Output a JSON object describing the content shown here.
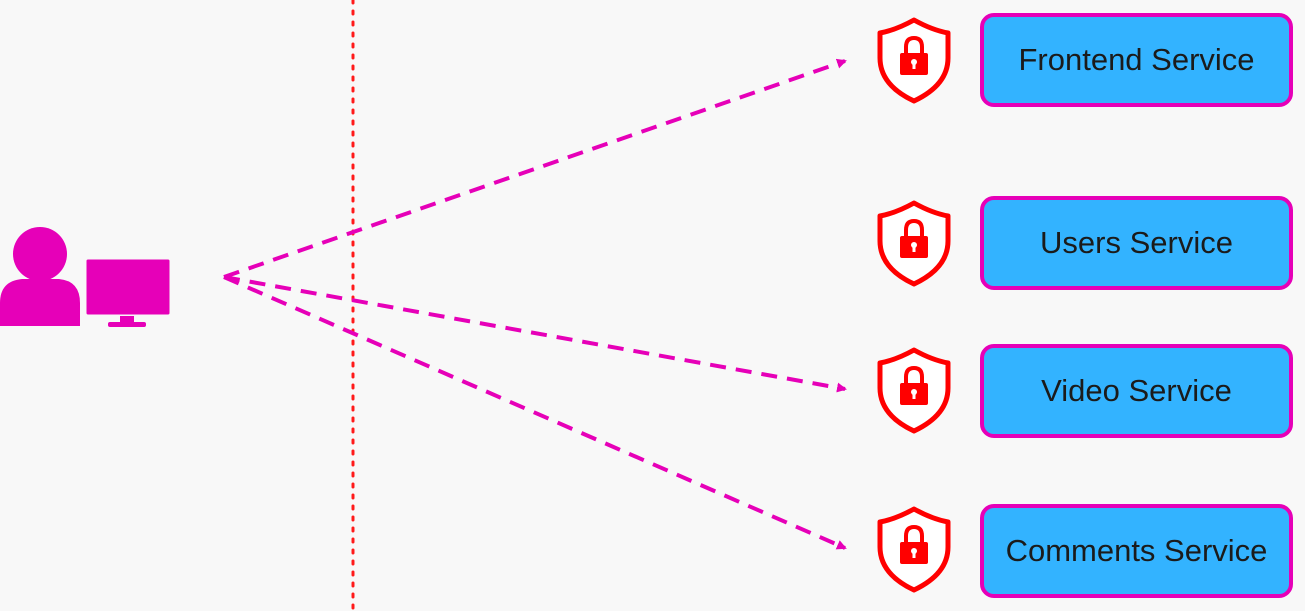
{
  "colors": {
    "background": "#f8f8f8",
    "accent": "#e600b8",
    "boundary": "#ff1a1a",
    "shield": "#ff0000",
    "service_fill": "#33b3ff"
  },
  "client": {
    "icon": "user-computer-icon"
  },
  "boundary": {
    "style": "dotted-vertical-line"
  },
  "services": [
    {
      "label": "Frontend Service",
      "icon": "shield-lock-icon"
    },
    {
      "label": "Users Service",
      "icon": "shield-lock-icon"
    },
    {
      "label": "Video Service",
      "icon": "shield-lock-icon"
    },
    {
      "label": "Comments Service",
      "icon": "shield-lock-icon"
    }
  ],
  "connections": [
    {
      "from": "client",
      "to": "Frontend Service",
      "style": "dashed-arrow"
    },
    {
      "from": "client",
      "to": "Video Service",
      "style": "dashed-arrow"
    },
    {
      "from": "client",
      "to": "Comments Service",
      "style": "dashed-arrow"
    }
  ]
}
